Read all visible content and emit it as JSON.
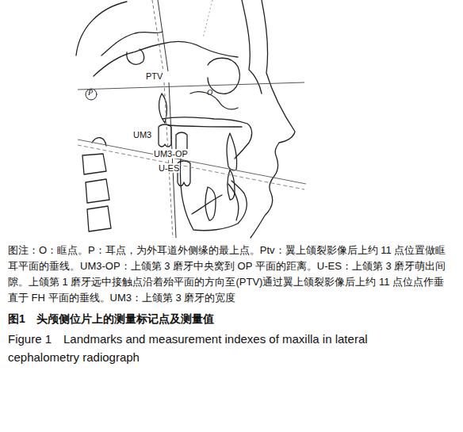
{
  "diagram": {
    "caption": "图1　头颅侧位片上的测量标记点及测量值",
    "labels": [
      "PTV",
      "P",
      "O",
      "UM3",
      "UM3-OP",
      "U-ES",
      "图注：O：眶点。P：耳点，为外耳道外侧缘的最上点。Ptv：翼上颌裂影像后上约 11 点位置做眶耳平面的垂线。UM3-OP：上颌第 3 磨牙中央窝到 OP 平面的距离。U-ES：上颌第 3 磨牙萌出间隙。上颌第 1 磨牙远中接触点沿着殆平面的方向至(PTV)通过翼上颌裂影像后上约 11 点位点作垂直于 FH 平面的垂线。UM3：上颌第 3 磨牙的宽度",
      "Figure 1　Landmarks and measurement indexes of maxilla in lateral cephalometry radiograph"
    ]
  }
}
